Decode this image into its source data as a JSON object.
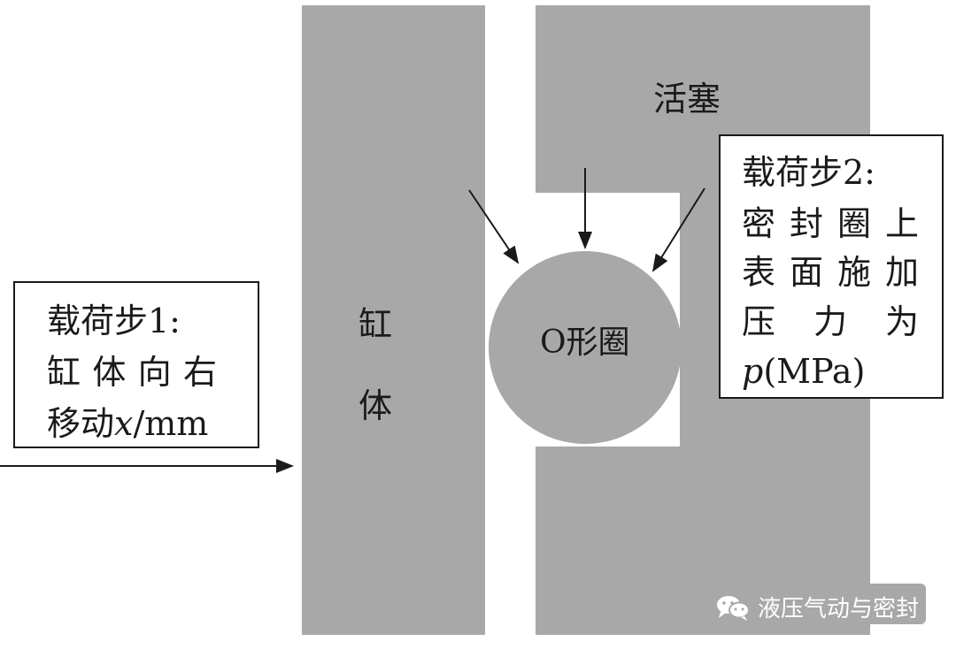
{
  "labels": {
    "cylinder": [
      "缸",
      "体"
    ],
    "piston": "活塞",
    "oring": "O形圈"
  },
  "load_step_1": {
    "line1": "载荷步1:",
    "line2_chars": [
      "缸",
      "体",
      "向",
      "右"
    ],
    "line3_prefix": "移动",
    "line3_var": "x",
    "line3_unit": "/mm"
  },
  "load_step_2": {
    "line1": "载荷步2:",
    "line2_chars": [
      "密",
      "封",
      "圈",
      "上"
    ],
    "line3_chars": [
      "表",
      "面",
      "施",
      "加"
    ],
    "line4_chars": [
      "压",
      "力",
      "为"
    ],
    "line5_var": "p",
    "line5_unit": "(MPa)"
  },
  "watermark": {
    "text": "液压气动与密封",
    "icon": "wechat-icon"
  },
  "colors": {
    "part_fill": "#a8a8a8",
    "stroke": "#1a1a1a",
    "background": "#ffffff"
  }
}
